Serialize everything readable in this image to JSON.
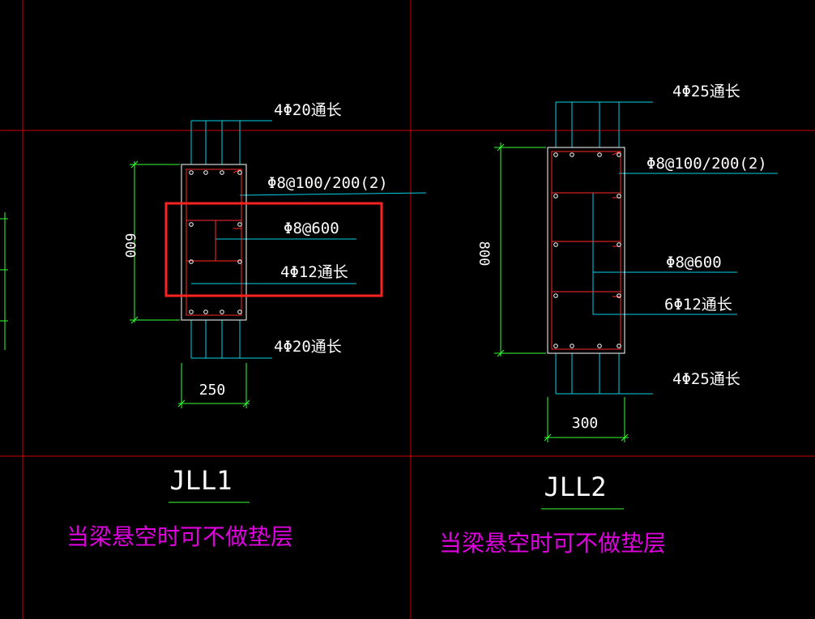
{
  "colors": {
    "background": "#000000",
    "grid_line": "#d00000",
    "outline": "#ffffff",
    "rebar": "#ff2a2a",
    "leader": "#00d2e6",
    "dimension": "#33ff33",
    "annotation_text": "#ffffff",
    "note_text": "#e000e0",
    "highlight_box": "#ff2222"
  },
  "sections": [
    {
      "id": "JLL1",
      "title": "JLL1",
      "note": "当梁悬空时可不做垫层",
      "width_dim": "250",
      "height_dim": "600",
      "labels": {
        "top_bars": "4Φ20通长",
        "stirrups": "Φ8@100/200(2)",
        "tie_bars": "Φ8@600",
        "side_bars": "4Φ12通长",
        "bottom_bars": "4Φ20通长"
      }
    },
    {
      "id": "JLL2",
      "title": "JLL2",
      "note": "当梁悬空时可不做垫层",
      "width_dim": "300",
      "height_dim": "800",
      "labels": {
        "top_bars": "4Φ25通长",
        "stirrups": "Φ8@100/200(2)",
        "tie_bars": "Φ8@600",
        "side_bars": "6Φ12通长",
        "bottom_bars": "4Φ25通长"
      }
    }
  ]
}
